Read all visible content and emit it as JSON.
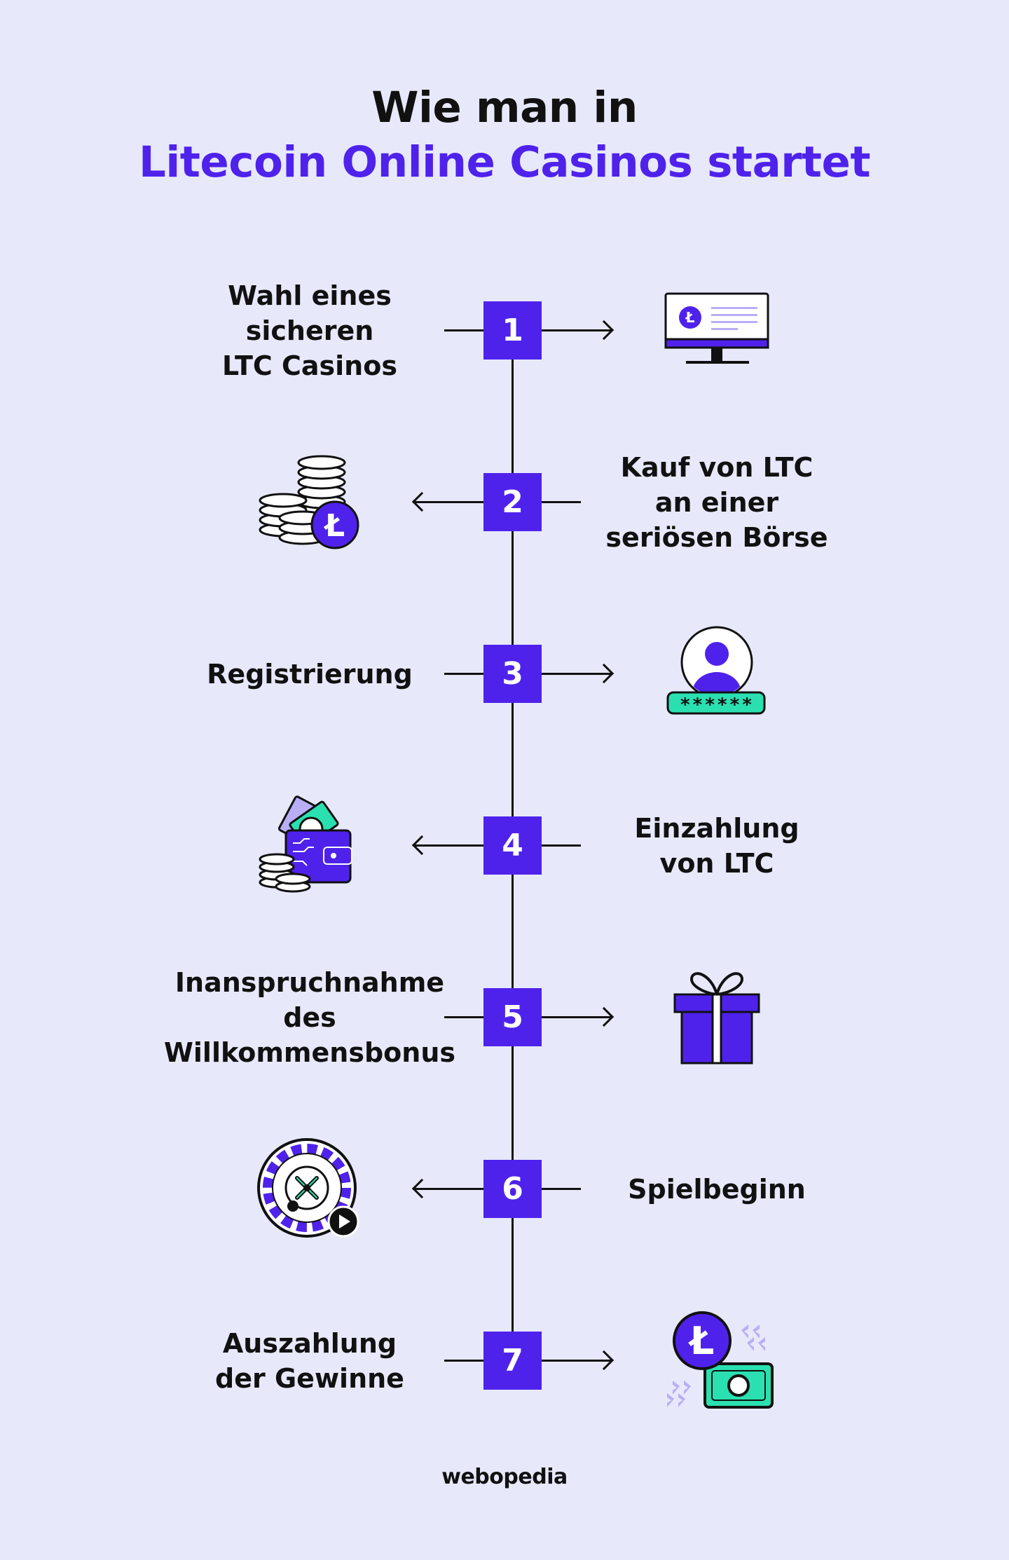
{
  "title": {
    "line1": "Wie man in",
    "line2": "Litecoin Online Casinos startet"
  },
  "colors": {
    "background": "#E7E9FB",
    "accent": "#4F22EC",
    "ink": "#111111",
    "mint": "#2BE0B0"
  },
  "steps": [
    {
      "number": "1",
      "label": "Wahl eines\nsicheren\nLTC Casinos",
      "icon": "computer-monitor-icon"
    },
    {
      "number": "2",
      "label": "Kauf von LTC\nan einer\nseriösen Börse",
      "icon": "coin-stacks-icon"
    },
    {
      "number": "3",
      "label": "Registrierung",
      "icon": "user-password-icon"
    },
    {
      "number": "4",
      "label": "Einzahlung\nvon LTC",
      "icon": "wallet-icon"
    },
    {
      "number": "5",
      "label": "Inanspruchnahme\ndes\nWillkommensbonus",
      "icon": "gift-icon"
    },
    {
      "number": "6",
      "label": "Spielbeginn",
      "icon": "roulette-icon"
    },
    {
      "number": "7",
      "label": "Auszahlung\nder Gewinne",
      "icon": "cash-payout-icon"
    }
  ],
  "icon_text": {
    "ltc_symbol": "Ł",
    "password_mask": "******"
  },
  "brand": "webopedia"
}
